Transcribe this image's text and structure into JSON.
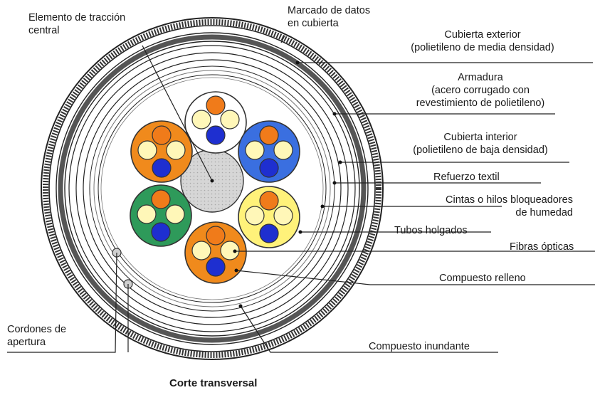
{
  "labels": {
    "elemento_traccion": [
      "Elemento de tracción",
      "central"
    ],
    "marcado": [
      "Marcado de datos",
      "en cubierta"
    ],
    "cubierta_exterior": [
      "Cubierta exterior",
      "(polietileno de media densidad)"
    ],
    "armadura": [
      "Armadura",
      "(acero corrugado con",
      "revestimiento de polietileno)"
    ],
    "cubierta_interior": [
      "Cubierta interior",
      "(polietileno de baja densidad)"
    ],
    "refuerzo": "Refuerzo textil",
    "cintas": [
      "Cintas o hilos bloqueadores",
      "de humedad"
    ],
    "tubos": "Tubos holgados",
    "fibras": "Fibras ópticas",
    "compuesto_relleno": "Compuesto relleno",
    "cordones": [
      "Cordones de",
      "apertura"
    ],
    "compuesto_inundante": "Compuesto inundante",
    "caption": "Corte transversal"
  },
  "colors": {
    "tube_white": "#ffffff",
    "tube_orange": "#f08a1c",
    "tube_blue": "#3a6fe0",
    "tube_yellow": "#fff27a",
    "tube_green": "#2e9a5a",
    "fiber_orange": "#f07b1a",
    "fiber_yellow": "#fff7b8",
    "fiber_blue": "#1e2fd0",
    "central": "#c8c8c8",
    "armor": "#5a5a5a"
  }
}
